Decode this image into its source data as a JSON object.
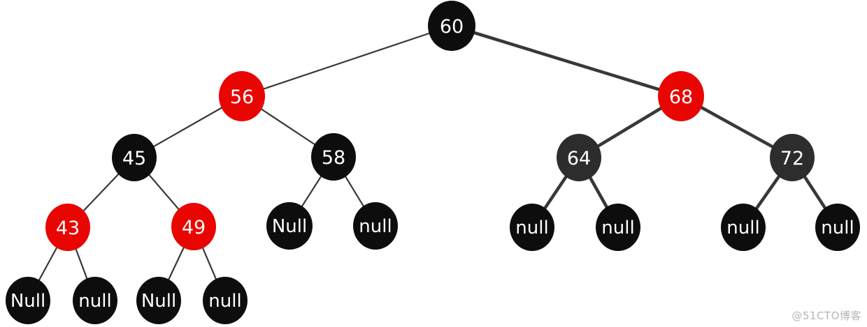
{
  "diagram": {
    "type": "red-black-tree",
    "colors": {
      "red_node": "#e80502",
      "black_node": "#0e0d0d",
      "dark_gray_node": "#2d2d2d",
      "edge": "#383838",
      "node_text": "#ffffff",
      "background": "#ffffff"
    },
    "nodes": [
      {
        "id": "60",
        "label": "60",
        "color": "black"
      },
      {
        "id": "56",
        "label": "56",
        "color": "red"
      },
      {
        "id": "68",
        "label": "68",
        "color": "red"
      },
      {
        "id": "45",
        "label": "45",
        "color": "black"
      },
      {
        "id": "58",
        "label": "58",
        "color": "black"
      },
      {
        "id": "64",
        "label": "64",
        "color": "dark_gray"
      },
      {
        "id": "72",
        "label": "72",
        "color": "dark_gray"
      },
      {
        "id": "43",
        "label": "43",
        "color": "red"
      },
      {
        "id": "49",
        "label": "49",
        "color": "red"
      },
      {
        "id": "58L",
        "label": "Null",
        "color": "black"
      },
      {
        "id": "58R",
        "label": "null",
        "color": "black"
      },
      {
        "id": "64L",
        "label": "null",
        "color": "black"
      },
      {
        "id": "64R",
        "label": "null",
        "color": "black"
      },
      {
        "id": "72L",
        "label": "null",
        "color": "black"
      },
      {
        "id": "72R",
        "label": "null",
        "color": "black"
      },
      {
        "id": "43L",
        "label": "Null",
        "color": "black"
      },
      {
        "id": "43R",
        "label": "null",
        "color": "black"
      },
      {
        "id": "49L",
        "label": "Null",
        "color": "black"
      },
      {
        "id": "49R",
        "label": "null",
        "color": "black"
      }
    ],
    "edges": [
      {
        "from": "60",
        "to": "56",
        "weight": "thin"
      },
      {
        "from": "60",
        "to": "68",
        "weight": "thick"
      },
      {
        "from": "56",
        "to": "45",
        "weight": "thin"
      },
      {
        "from": "56",
        "to": "58",
        "weight": "thin"
      },
      {
        "from": "68",
        "to": "64",
        "weight": "thick"
      },
      {
        "from": "68",
        "to": "72",
        "weight": "thick"
      },
      {
        "from": "45",
        "to": "43",
        "weight": "thin"
      },
      {
        "from": "45",
        "to": "49",
        "weight": "thin"
      },
      {
        "from": "58",
        "to": "58L",
        "weight": "thin"
      },
      {
        "from": "58",
        "to": "58R",
        "weight": "thin"
      },
      {
        "from": "64",
        "to": "64L",
        "weight": "thick"
      },
      {
        "from": "64",
        "to": "64R",
        "weight": "thick"
      },
      {
        "from": "72",
        "to": "72L",
        "weight": "thick"
      },
      {
        "from": "72",
        "to": "72R",
        "weight": "thick"
      },
      {
        "from": "43",
        "to": "43L",
        "weight": "thin"
      },
      {
        "from": "43",
        "to": "43R",
        "weight": "thin"
      },
      {
        "from": "49",
        "to": "49L",
        "weight": "thin"
      },
      {
        "from": "49",
        "to": "49R",
        "weight": "thin"
      }
    ]
  },
  "watermark": {
    "text": "@51CTO博客"
  }
}
